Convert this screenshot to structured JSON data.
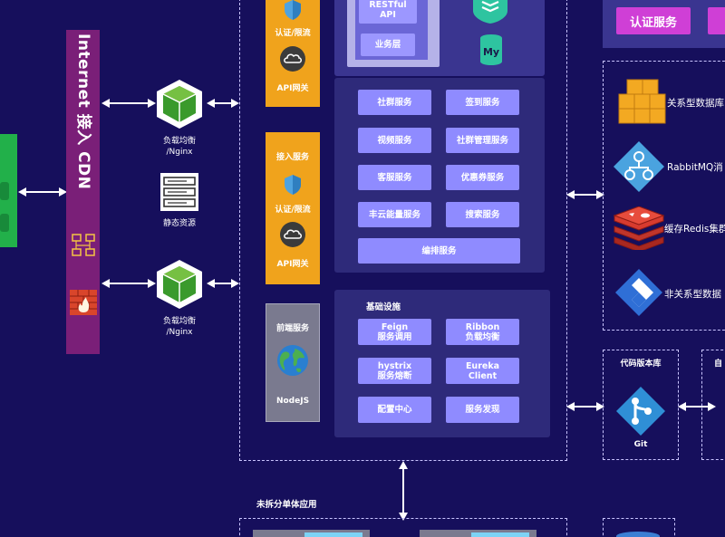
{
  "cdn": {
    "title": "Internet 接入 CDN"
  },
  "load_balancer_1": {
    "label_1": "负载均衡",
    "label_2": "/Nginx"
  },
  "load_balancer_2": {
    "label_1": "负载均衡",
    "label_2": "/Nginx"
  },
  "static_resources": {
    "label": "静态资源"
  },
  "gateway_top": {
    "auth_label": "认证/限流",
    "api_label": "API网关"
  },
  "gateway_mid": {
    "access_label": "接入服务",
    "auth_label": "认证/限流",
    "api_label": "API网关"
  },
  "frontend": {
    "title": "前端服务",
    "tech": "NodeJS"
  },
  "top_panel": {
    "restful_1": "RESTful",
    "restful_2": "API",
    "business_layer": "业务层"
  },
  "services": {
    "items": [
      "社群服务",
      "签到服务",
      "视频服务",
      "社群管理服务",
      "客服服务",
      "优惠券服务",
      "丰云能量服务",
      "搜索服务"
    ],
    "wide": "编排服务"
  },
  "infra": {
    "title": "基础设施",
    "feign_1": "Feign",
    "feign_2": "服务调用",
    "ribbon_1": "Ribbon",
    "ribbon_2": "负载均衡",
    "hystrix_1": "hystrix",
    "hystrix_2": "服务熔断",
    "eureka_1": "Eureka",
    "eureka_2": "Client",
    "config": "配置中心",
    "discovery": "服务发现"
  },
  "auth_service": {
    "label": "认证服务"
  },
  "storage": {
    "relational": "关系型数据库",
    "rabbitmq": "RabbitMQ消",
    "redis": "缓存Redis集群",
    "nonrelational": "非关系型数据"
  },
  "code_repo": {
    "title": "代码版本库",
    "tool": "Git"
  },
  "right_partial": "自",
  "monolith": {
    "label": "未拆分单体应用"
  },
  "colors": {
    "background": "#160f5c",
    "cdn_bar": "#7a1f78",
    "gateway": "#f0a31c",
    "service_button": "#8f8bff",
    "auth_button": "#cf3fd6",
    "green": "#22b04a"
  }
}
